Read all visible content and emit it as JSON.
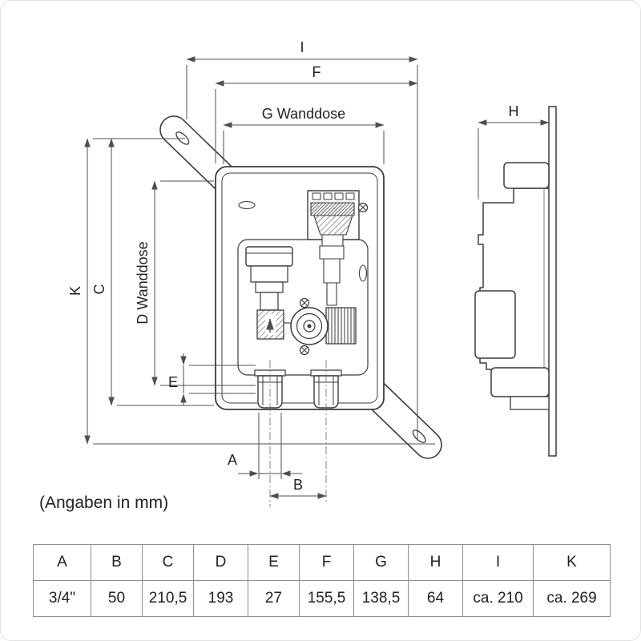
{
  "note": "(Angaben in mm)",
  "labels": {
    "dim_i": "I",
    "dim_f": "F",
    "dim_g": "G Wanddose",
    "dim_h": "H",
    "dim_k": "K",
    "dim_c": "C",
    "dim_d": "D Wanddose",
    "dim_e": "E",
    "dim_a": "A",
    "dim_b": "B"
  },
  "table": {
    "headers": [
      "A",
      "B",
      "C",
      "D",
      "E",
      "F",
      "G",
      "H",
      "I",
      "K"
    ],
    "values": [
      "3/4\"",
      "50",
      "210,5",
      "193",
      "27",
      "155,5",
      "138,5",
      "64",
      "ca. 210",
      "ca. 269"
    ]
  },
  "colors": {
    "object_line": "#3b3b3b",
    "dimension_line": "#4f4f4f",
    "table_border": "#8f8f8f",
    "text": "#222222"
  }
}
